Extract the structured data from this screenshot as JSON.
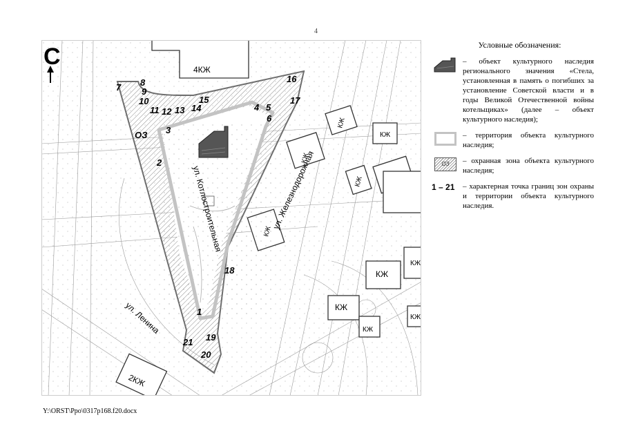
{
  "page_number": "4",
  "north_label": "С",
  "map": {
    "zone_label": "ОЗ",
    "streets": [
      {
        "id": "kotlostroitelnaya",
        "name": "ул. Котлостроительная"
      },
      {
        "id": "zheleznodorozhnaya",
        "name": "ул. Железнодорожная"
      },
      {
        "id": "lenina",
        "name": "ул. Ленина"
      }
    ],
    "building_labels": [
      "4КЖ",
      "2КЖ",
      "КЖ",
      "КЖ",
      "КЖ",
      "КЖ",
      "КЖ",
      "КЖ",
      "КЖ",
      "КЖ",
      "КЖ",
      "КЖ"
    ],
    "points": [
      "1",
      "2",
      "3",
      "4",
      "5",
      "6",
      "7",
      "8",
      "9",
      "10",
      "11",
      "12",
      "13",
      "14",
      "15",
      "16",
      "17",
      "18",
      "19",
      "20",
      "21"
    ]
  },
  "legend": {
    "title": "Условные обозначения:",
    "items": [
      {
        "symbol": "monument-icon",
        "text": "– объект культурного наследия регионального значения «Стела, установленная в память о погибших за установление Советской власти и в годы Великой Отечественной войны котельщиках» (далее – объект культурного наследия);"
      },
      {
        "symbol": "territory-swatch",
        "text": "– территория объекта культурного наследия;"
      },
      {
        "symbol": "protection-zone-swatch",
        "swatch_label": "ОЗ",
        "text": "– охранная зона объекта культурного наследия;"
      },
      {
        "symbol": "range",
        "range_label": "1 – 21",
        "text": "– характерная точка границ зон охраны и территории объекта культурного наследия."
      }
    ]
  },
  "footer_path": "Y:\\ORST\\Ppo\\0317p168.f20.docx",
  "colors": {
    "territory": "#c3c3c3",
    "zone_outline": "#6e6e6e",
    "hatch": "#8c8c8c",
    "monument": "#555555",
    "lines": "#9a9a9a"
  }
}
